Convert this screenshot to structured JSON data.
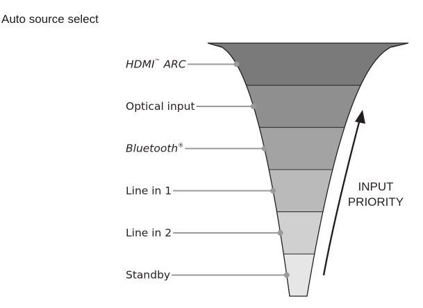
{
  "title": "Auto source select",
  "priority_label": {
    "line1": "INPUT",
    "line2": "PRIORITY"
  },
  "tiers": [
    {
      "label": "HDMI",
      "label_suffix": "ARC",
      "superscript": "™",
      "italic": true,
      "color": "#7a7a7a"
    },
    {
      "label": "Optical input",
      "italic": false,
      "color": "#8f8f8f"
    },
    {
      "label": "Bluetooth",
      "superscript": "®",
      "italic": true,
      "color": "#a3a3a3"
    },
    {
      "label": "Line in 1",
      "italic": false,
      "color": "#bababa"
    },
    {
      "label": "Line in 2",
      "italic": false,
      "color": "#d0d0d0"
    },
    {
      "label": "Standby",
      "italic": false,
      "color": "#e6e6e6"
    }
  ],
  "colors": {
    "outline": "#231f20",
    "connector": "#9a9a9a",
    "arrow": "#231f20"
  }
}
